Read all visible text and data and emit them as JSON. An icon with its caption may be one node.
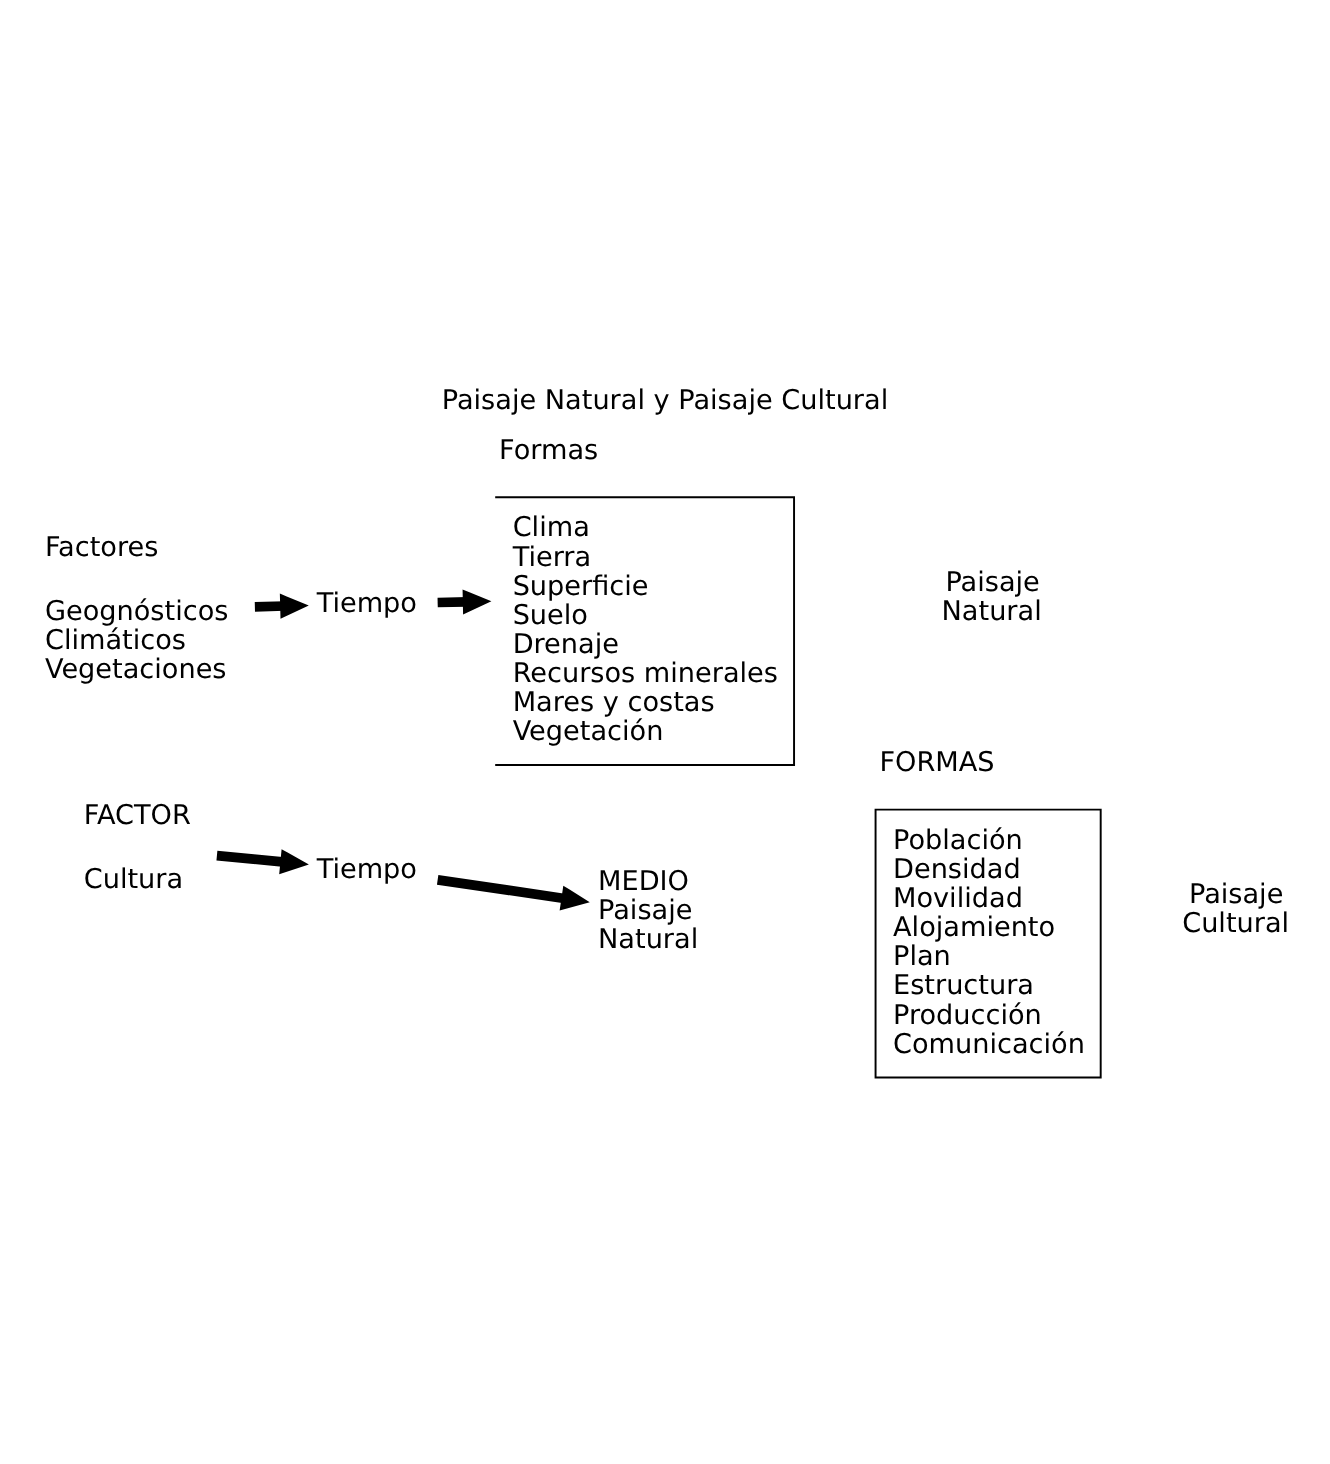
{
  "diagram": {
    "title": "Paisaje Natural y Paisaje Cultural",
    "nodes": [
      {
        "text": [
          "Factores",
          "Geognósticos",
          "Climáticos",
          "Vegetaciones"
        ]
      },
      {
        "text": [
          "Tiempo"
        ]
      },
      {
        "text": [
          "Formas",
          "Clima",
          "Tierra",
          "Superficie",
          "Suelo",
          "Drenaje",
          "Recursos minerales",
          "Mares y costas",
          "Vegetación"
        ]
      },
      {
        "text": [
          "FACTOR",
          "Cultura"
        ]
      },
      {
        "text": [
          "Tiempo"
        ]
      },
      {
        "text": [
          "MEDIO Paisaje Natural"
        ]
      },
      {
        "text": [
          "FORMAS",
          "Población",
          "Densidad",
          "Movilidad",
          "Alojamiento",
          "Plan",
          "Estructura",
          "Producción",
          "Comunicación"
        ]
      }
    ],
    "labels": [
      "Paisaje Natural",
      "Paisaje Cultural"
    ],
    "edges": [
      {
        "from": 0,
        "to": 1,
        "arrow": "to"
      },
      {
        "from": 1,
        "to": 2,
        "arrow": "to"
      },
      {
        "from": 3,
        "to": 4,
        "arrow": "to"
      },
      {
        "from": 4,
        "to": 5,
        "arrow": "to"
      }
    ]
  }
}
